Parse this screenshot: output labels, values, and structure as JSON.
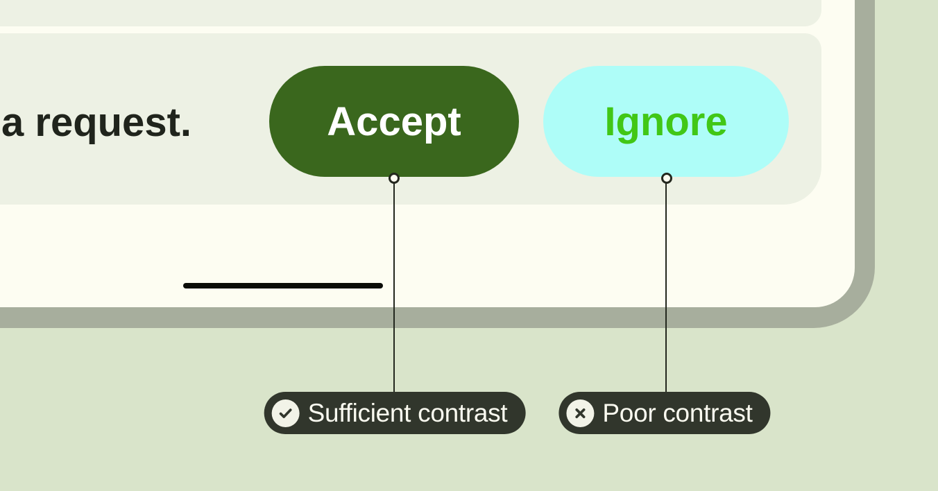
{
  "colors": {
    "outer_bg": "#d9e4ca",
    "frame": "#a7ae9d",
    "screen": "#fdfdf2",
    "card": "#edf1e4",
    "body_text": "#20241c",
    "accept_bg": "#3a671d",
    "accept_text": "#ffffff",
    "ignore_bg": "#aefdf8",
    "ignore_text": "#41c716",
    "home_bar": "#0b0d08",
    "connector": "#23271e",
    "callout_bg": "#31362c",
    "callout_text": "#fafaf0",
    "callout_icon_bg": "#f2f3e8"
  },
  "mockup": {
    "message_text": "a request.",
    "buttons": [
      {
        "label": "Accept"
      },
      {
        "label": "Ignore"
      }
    ]
  },
  "annotations": [
    {
      "label": "Sufficient contrast",
      "icon": "check-icon"
    },
    {
      "label": "Poor contrast",
      "icon": "x-icon"
    }
  ]
}
